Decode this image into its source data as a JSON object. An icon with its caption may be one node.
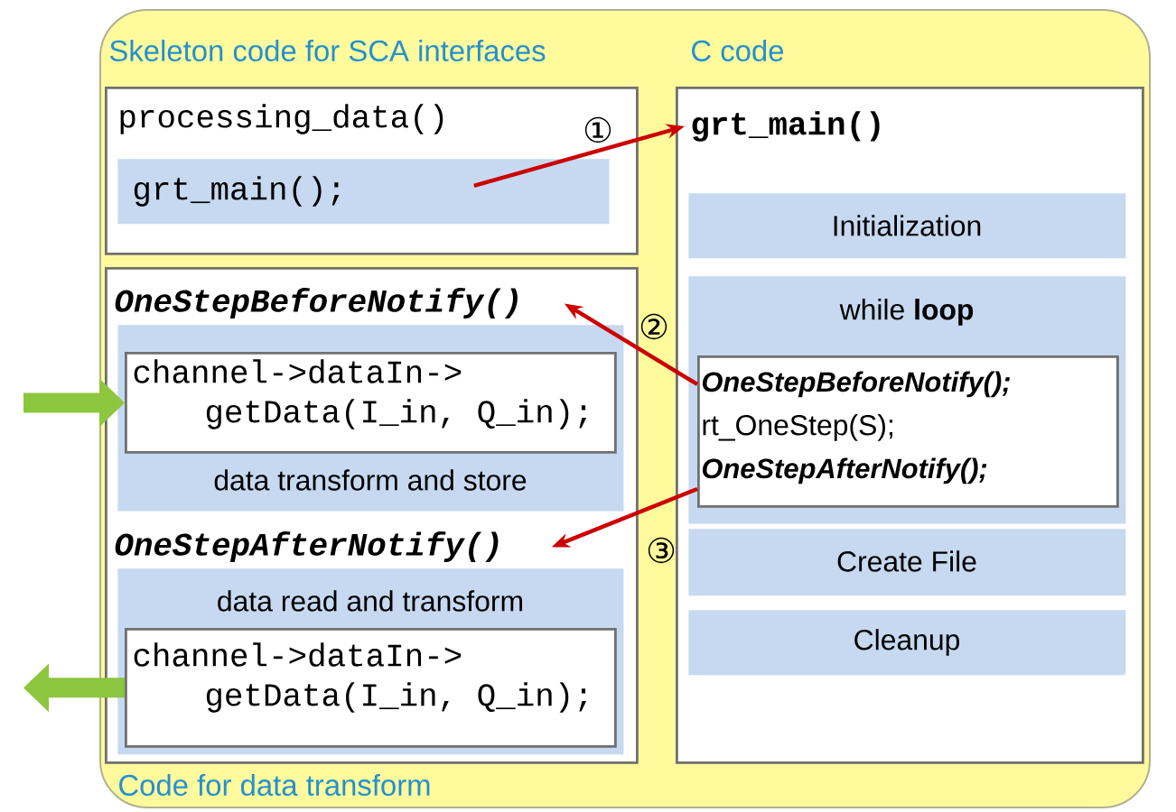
{
  "diagram": {
    "nodes": [
      {
        "text": [],
        "shape": "box"
      },
      {
        "text": [
          "Skeleton code for SCA interfaces",
          "processing_data()"
        ],
        "in": 0
      },
      {
        "text": [
          "grt_main();"
        ],
        "in": 1
      },
      {
        "text": [
          "C code",
          "grt_main()"
        ],
        "in": 0
      },
      {
        "text": [
          "Initialization"
        ],
        "in": 3
      },
      {
        "text": [
          "while **loop**"
        ],
        "in": 3
      },
      {
        "text": [
          "OneStepBeforeNotify();",
          "rt_OneStep(S);",
          "OneStepAfterNotify();"
        ],
        "in": 5
      },
      {
        "text": [
          "Create File"
        ],
        "in": 3
      },
      {
        "text": [
          "Cleanup"
        ],
        "in": 3
      },
      {
        "text": [
          "Code for data transform"
        ],
        "in": 0
      },
      {
        "text": [
          "OneStepBeforeNotify()"
        ],
        "in": 9
      },
      {
        "text": [
          "data transform and store"
        ],
        "in": 9
      },
      {
        "text": [
          "channel->dataIn-> getData(I_in, Q_in);"
        ],
        "in": 11
      },
      {
        "text": [
          "OneStepAfterNotify()"
        ],
        "in": 9
      },
      {
        "text": [
          "data read and transform"
        ],
        "in": 9
      },
      {
        "text": [
          "channel->dataIn-> getData(I_in, Q_in);"
        ],
        "in": 14
      }
    ],
    "edges": [
      {
        "from": 2,
        "to": 3,
        "arrow": "to",
        "label": "①"
      },
      {
        "from": 6,
        "to": 10,
        "arrow": "to",
        "label": "②"
      },
      {
        "from": 6,
        "to": 13,
        "arrow": "to",
        "label": "③"
      },
      {
        "from": null,
        "to": 12,
        "arrow": "to",
        "style": "thick",
        "color": "#8dc63f"
      },
      {
        "from": 15,
        "to": null,
        "arrow": "to",
        "style": "thick",
        "color": "#8dc63f"
      }
    ]
  }
}
